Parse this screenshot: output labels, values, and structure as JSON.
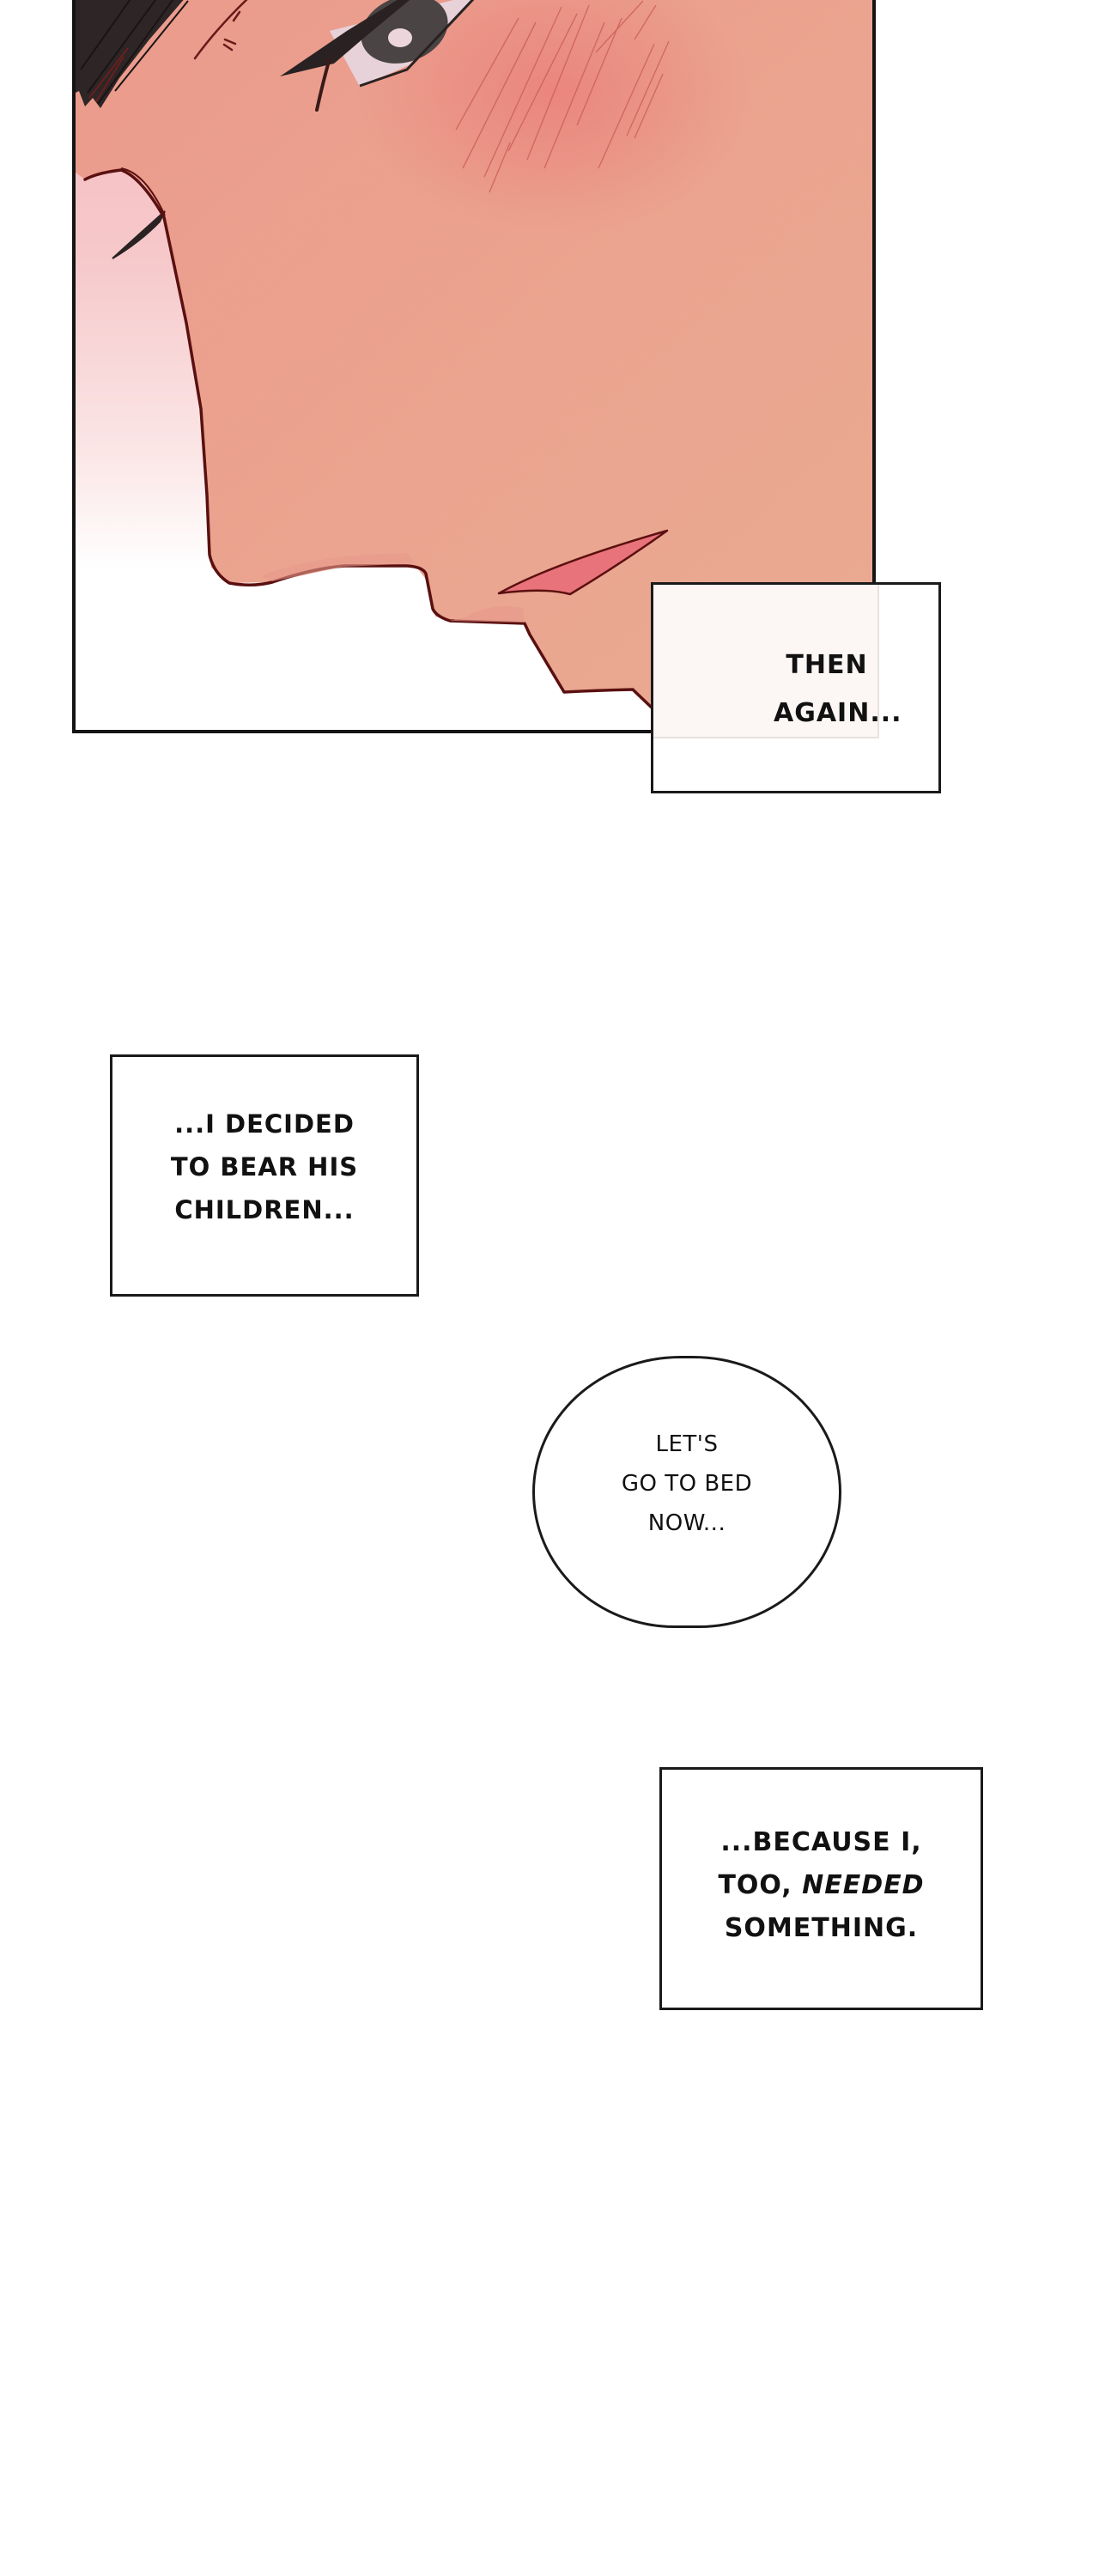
{
  "page": {
    "type": "webtoon-page",
    "background": "#ffffff"
  },
  "panel": {
    "description": "close-up of a blushing face in profile",
    "colors": {
      "skin": "#eca48e",
      "blush": "#ec8a80",
      "lip": "#e9737a",
      "line": "#5a1010",
      "hair": "#2e2626",
      "iris": "#4a4444",
      "eye_white": "#e8d2da",
      "bg_top": "#f5c4c6",
      "bg_bottom": "#ffffff",
      "border": "#141414"
    }
  },
  "captions": [
    {
      "id": "caption-then-again",
      "lines": [
        "THEN",
        "AGAIN..."
      ]
    },
    {
      "id": "caption-decided",
      "lines": [
        "...I DECIDED",
        "TO BEAR HIS",
        "CHILDREN..."
      ]
    },
    {
      "id": "caption-because",
      "lines": [
        "...BECAUSE I,",
        "TOO, ",
        "NEEDED",
        "SOMETHING."
      ]
    }
  ],
  "bubble": {
    "id": "speech-bubble-bed",
    "lines": [
      "LET'S",
      "GO TO BED",
      "NOW..."
    ]
  }
}
